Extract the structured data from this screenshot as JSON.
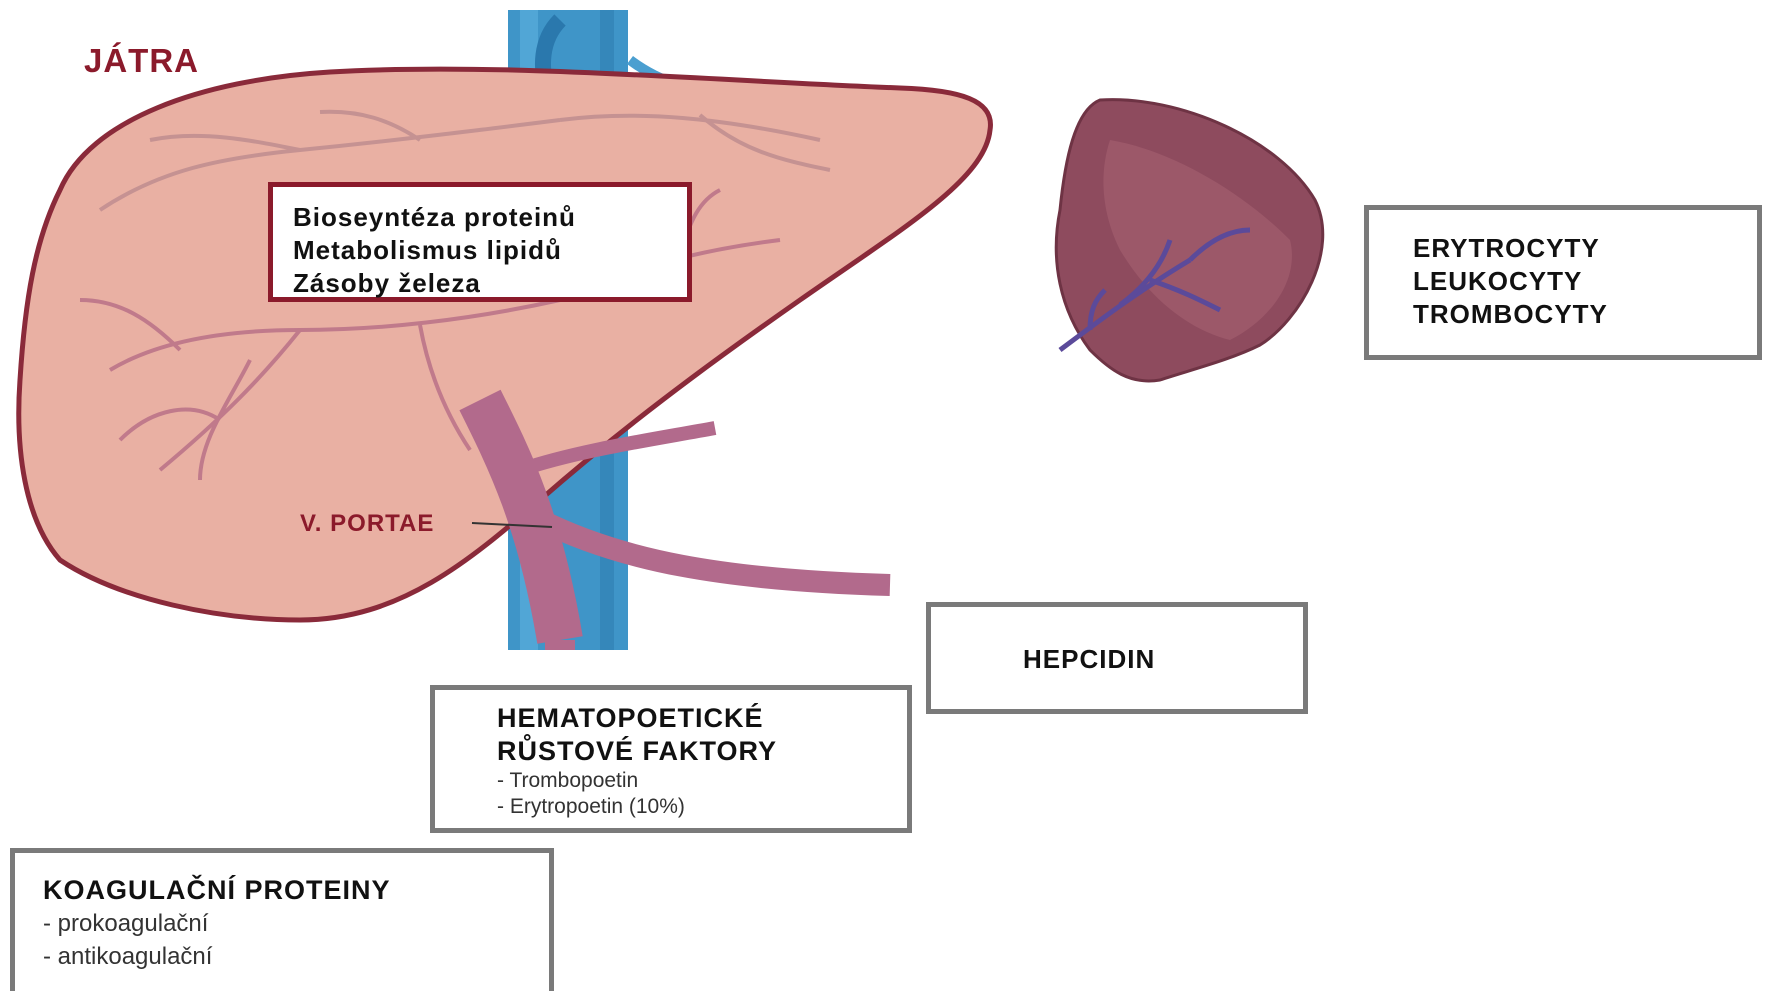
{
  "liver_title": "JÁTRA",
  "portal_vein_label": "V. PORTAE",
  "liver_functions": {
    "lines": [
      "Bioseyntéza proteinů",
      "Metabolismus lipidů",
      "Zásoby železa"
    ]
  },
  "spleen_box": {
    "lines": [
      "ERYTROCYTY",
      "LEUKOCYTY",
      "TROMBOCYTY"
    ]
  },
  "hepcidin_box": {
    "title": "HEPCIDIN"
  },
  "growth_factors_box": {
    "title_lines": [
      "HEMATOPOETICKÉ",
      "RŮSTOVÉ FAKTORY"
    ],
    "items": [
      "- Trombopoetin",
      "- Erytropoetin (10%)"
    ]
  },
  "coagulation_box": {
    "title": "KOAGULAČNÍ PROTEINY",
    "items": [
      "- prokoagulační",
      "- antikoagulační"
    ]
  },
  "colors": {
    "label_red": "#8b1a2b",
    "liver_fill": "#e9b0a3",
    "liver_stroke": "#8a2a3a",
    "vena_cava": "#3f95c8",
    "portal_vein": "#b26a8c",
    "spleen": "#8e4b5e",
    "box_border_gray": "#7a7a7a"
  }
}
